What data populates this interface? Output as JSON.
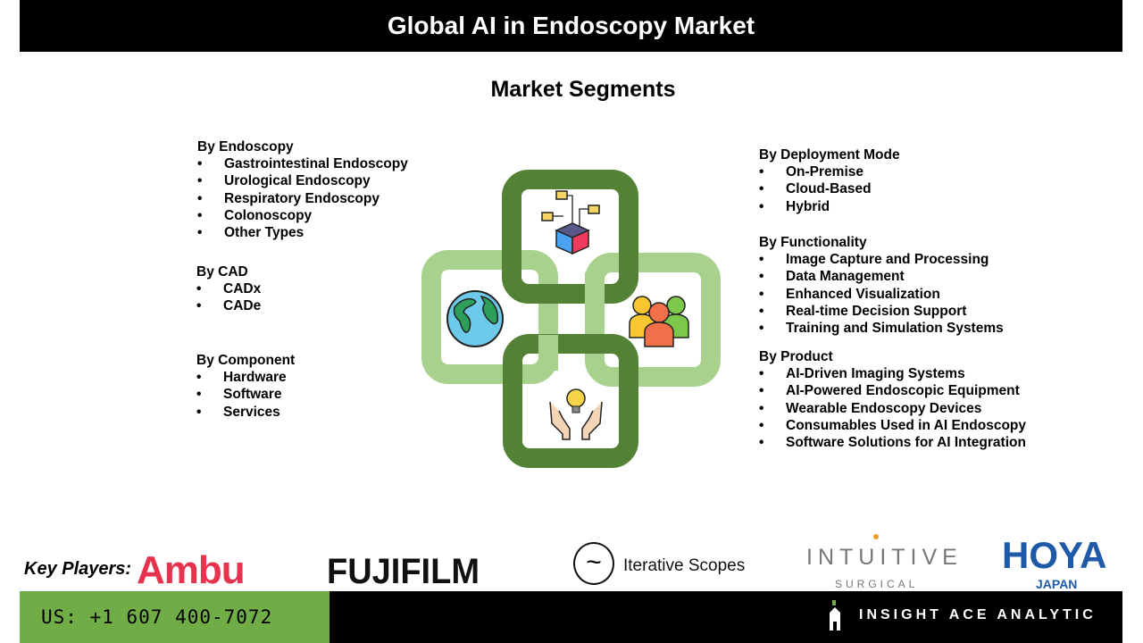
{
  "header": {
    "title": "Global AI in Endoscopy Market"
  },
  "subtitle": "Market Segments",
  "segments": {
    "endoscopy": {
      "title": "By Endoscopy",
      "items": [
        "Gastrointestinal Endoscopy",
        "Urological Endoscopy",
        "Respiratory Endoscopy",
        "Colonoscopy",
        "Other Types"
      ]
    },
    "cad": {
      "title": "By CAD",
      "items": [
        "CADx",
        "CADe"
      ]
    },
    "component": {
      "title": "By  Component",
      "items": [
        "Hardware",
        "Software",
        "Services"
      ]
    },
    "deployment": {
      "title": "By Deployment Mode",
      "items": [
        "On-Premise",
        "Cloud-Based",
        "Hybrid"
      ]
    },
    "functionality": {
      "title": "By Functionality",
      "items": [
        "Image Capture and Processing",
        "Data Management",
        "Enhanced Visualization",
        "Real-time Decision Support",
        "Training and Simulation Systems"
      ]
    },
    "product": {
      "title": "By Product",
      "items": [
        "AI-Driven Imaging Systems",
        "AI-Powered Endoscopic Equipment",
        "Wearable Endoscopy Devices",
        "Consumables Used in AI Endoscopy",
        "Software Solutions for AI Integration"
      ]
    }
  },
  "footer": {
    "key_players_label": "Key Players:",
    "logos": [
      "Ambu",
      "FUJIFILM",
      "Iterative Scopes",
      "INTUITIVE",
      "SURGICAL",
      "HOYA",
      "JAPAN"
    ],
    "phone": "US: +1 607 400-7072",
    "brand": "INSIGHT ACE ANALYTIC"
  },
  "colors": {
    "dark_green": "#538135",
    "light_green": "#a9d18e",
    "bar_green": "#70ad47",
    "ambu": "#e8334f",
    "hoya": "#1e5aa8"
  }
}
